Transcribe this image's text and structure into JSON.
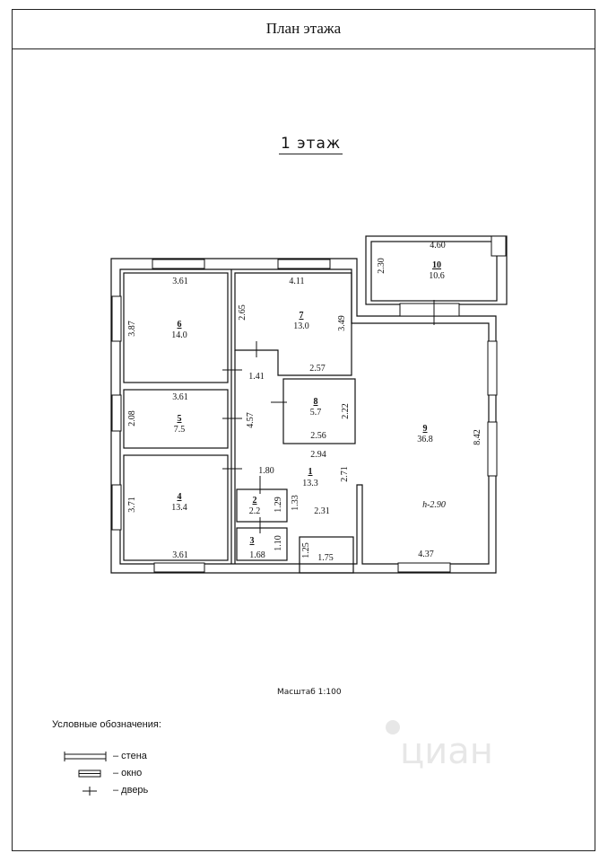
{
  "title": "План этажа",
  "floor": "1 этаж",
  "scale": "Масштаб  1:100",
  "ceiling_height": "h-2.90",
  "rooms": [
    {
      "num": "1",
      "area": "13.3"
    },
    {
      "num": "2",
      "area": "2.2"
    },
    {
      "num": "3",
      "area": ""
    },
    {
      "num": "4",
      "area": "13.4"
    },
    {
      "num": "5",
      "area": "7.5"
    },
    {
      "num": "6",
      "area": "14.0"
    },
    {
      "num": "7",
      "area": "13.0"
    },
    {
      "num": "8",
      "area": "5.7"
    },
    {
      "num": "9",
      "area": "36.8"
    },
    {
      "num": "10",
      "area": "10.6"
    }
  ],
  "dims": [
    "3.61",
    "4.11",
    "4.60",
    "2.30",
    "3.87",
    "2.65",
    "3.49",
    "1.41",
    "2.57",
    "3.61",
    "2.08",
    "4.57",
    "2.22",
    "2.56",
    "2.94",
    "8.42",
    "1.80",
    "2.71",
    "3.71",
    "1.29",
    "1.33",
    "2.31",
    "1.10",
    "1.25",
    "1.68",
    "1.75",
    "3.61",
    "4.37"
  ],
  "legend": {
    "title": "Условные обозначения:",
    "items": [
      "– стена",
      "– окно",
      "– дверь"
    ]
  },
  "watermark": "циан"
}
